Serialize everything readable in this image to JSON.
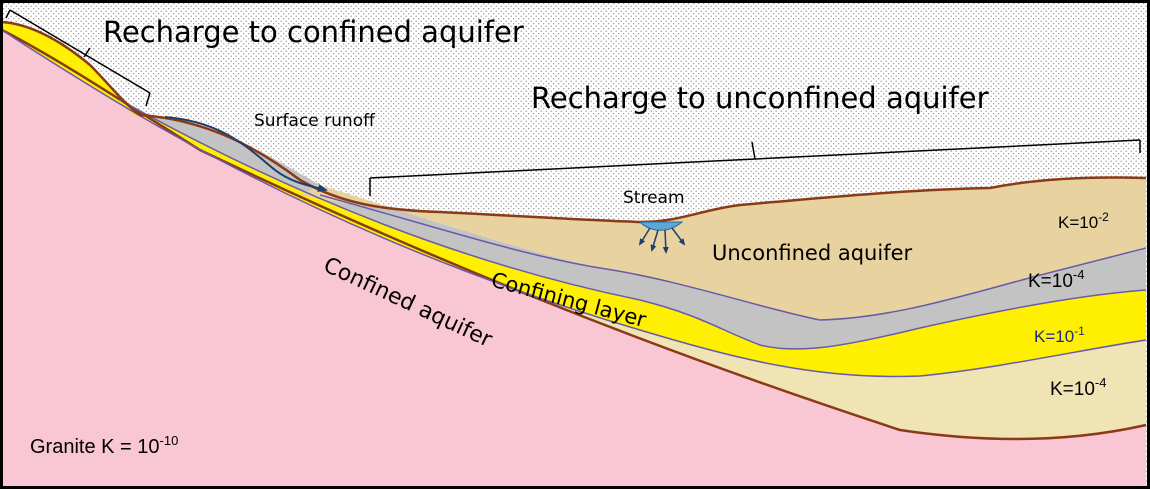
{
  "title_confined": "Recharge to confined aquifer",
  "title_unconfined": "Recharge to unconfined aquifer",
  "surface_runoff": "Surface runoff",
  "stream": "Stream",
  "unconfined_aquifer": "Unconfined aquifer",
  "confining_layer": "Confining layer",
  "confined_aquifer": "Confined aquifer",
  "granite": {
    "base": "Granite K = 10",
    "exp": "-10"
  },
  "k_unconfined": {
    "base": "K=10",
    "exp": "-2"
  },
  "k_confining": {
    "base": "K=10",
    "exp": "-4"
  },
  "k_confined": {
    "base": "K=10",
    "exp": "-1"
  },
  "k_lower": {
    "base": "K=10",
    "exp": "-4"
  },
  "colors": {
    "granite": "#f9c6d3",
    "lower_sand": "#f0e4b4",
    "confined_aquifer": "#ffef00",
    "confining_layer": "#c3c3c3",
    "unconfined_aquifer": "#e8d3a0",
    "surface_line": "#8a3a16",
    "layer_line": "#6a5aa8",
    "runoff_arrow": "#1f3d6b",
    "stream_water": "#5aa8d8",
    "sky_dots": "#8a8a8a"
  }
}
